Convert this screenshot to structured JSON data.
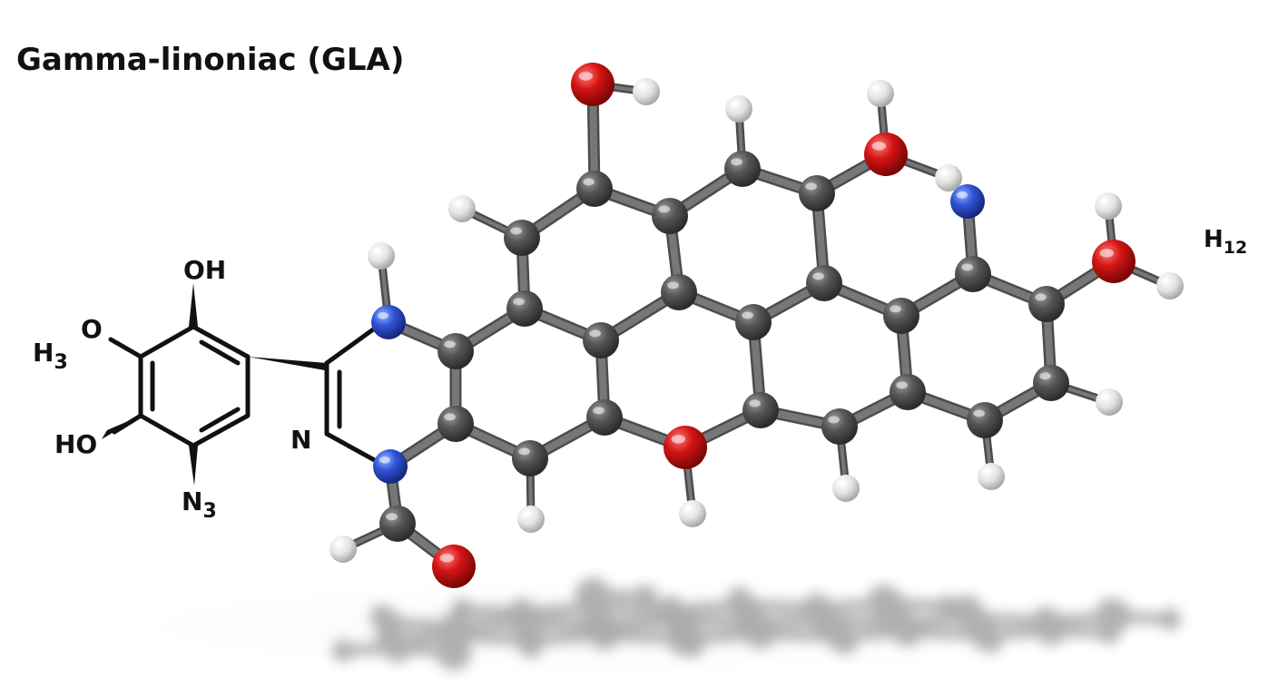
{
  "title": "Gamma-linoniac (GLA)",
  "labels": {
    "oh_top": "OH",
    "o_left": "O",
    "h3_main": "H",
    "h3_sub": "3",
    "ho_left": "HO",
    "n3_main": "N",
    "n3_sub": "3",
    "n_ring": "N",
    "h12_main": "H",
    "h12_sub": "12"
  },
  "colors": {
    "carbon": "#555658",
    "oxygen": "#d41414",
    "nitrogen": "#2f55d8",
    "hydrogen": "#e4e4e4",
    "bond": "#5d5e60",
    "text": "#111111"
  }
}
